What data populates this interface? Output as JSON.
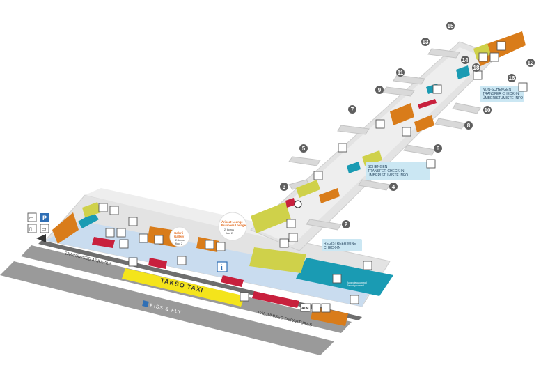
{
  "gates": [
    {
      "n": "2"
    },
    {
      "n": "3"
    },
    {
      "n": "4"
    },
    {
      "n": "5"
    },
    {
      "n": "6"
    },
    {
      "n": "7"
    },
    {
      "n": "8"
    },
    {
      "n": "9"
    },
    {
      "n": "10"
    },
    {
      "n": "11"
    },
    {
      "n": "12"
    },
    {
      "n": "13"
    },
    {
      "n": "14"
    },
    {
      "n": "15"
    },
    {
      "n": "16"
    },
    {
      "n": "18"
    }
  ],
  "info_boxes": {
    "non_schengen": [
      "NON-SCHENGEN",
      "TRANSFER CHECK-IN",
      "ÜMBERISTUMISTE INFO"
    ],
    "schengen": [
      "SCHENGEN",
      "TRANSFER CHECK-IN",
      "ÜMBERISTUMISTE INFO"
    ],
    "check_in": [
      "REGISTREERIMINE",
      "CHECK-IN"
    ]
  },
  "lounges": {
    "lounge_2": [
      "Ärikoat Lounge",
      "Business Lounge",
      "2. korrus",
      "floor 2"
    ],
    "gallery": [
      "Galerii",
      "Gallery",
      "2. korrus",
      "floor 2"
    ]
  },
  "security": [
    "Julgeolekukontroll",
    "Security control"
  ],
  "roads": {
    "arrivals": "SAABUMISED ARRIVALS",
    "departures": "VÄLJUMISED DEPARTURES",
    "taxi": "TAKSO TAXI",
    "kiss_fly": "KISS & FLY"
  },
  "icons": {
    "parking": "P",
    "atm": "ATM",
    "info": "i"
  },
  "colors": {
    "orange": "#d97c1a",
    "yellow": "#cfd14a",
    "teal": "#1a9bb3",
    "red": "#c8203d",
    "parking_blue": "#2f6fb5",
    "taxi_yellow": "#f4e41b"
  }
}
